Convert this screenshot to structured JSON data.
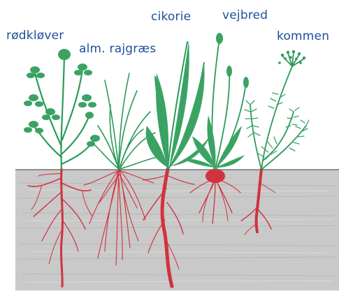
{
  "colors": {
    "label": "#1d4f9c",
    "stem": "#2c9a5a",
    "leaf": "#3aa364",
    "root": "#d0323e",
    "soil": "#c9c9c9",
    "background": "#ffffff"
  },
  "plants": [
    {
      "id": "roedkloever",
      "label": "rødkløver",
      "icon": "clover-icon"
    },
    {
      "id": "alm-rajgraes",
      "label": "alm. rajgræs",
      "icon": "grass-icon"
    },
    {
      "id": "cikorie",
      "label": "cikorie",
      "icon": "chicory-icon"
    },
    {
      "id": "vejbred",
      "label": "vejbred",
      "icon": "plantain-icon"
    },
    {
      "id": "kommen",
      "label": "kommen",
      "icon": "caraway-icon"
    }
  ]
}
